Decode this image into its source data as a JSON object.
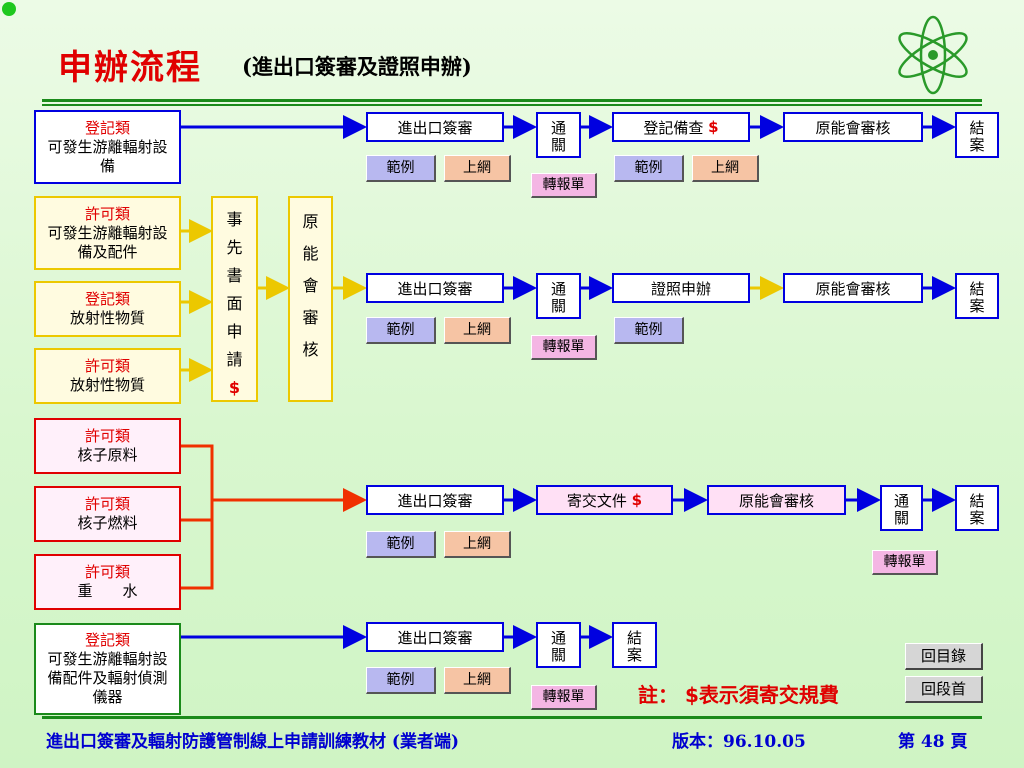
{
  "header": {
    "title": "申辦流程",
    "subtitle": "(進出口簽審及證照申辦)"
  },
  "groups": {
    "g1": {
      "cat": "登記類",
      "desc": "可發生游離輻射設備"
    },
    "g2": {
      "cat": "許可類",
      "desc": "可發生游離輻射設備及配件"
    },
    "g3": {
      "cat": "登記類",
      "desc": "放射性物質"
    },
    "g4": {
      "cat": "許可類",
      "desc": "放射性物質"
    },
    "g5": {
      "cat": "許可類",
      "desc": "核子原料"
    },
    "g6": {
      "cat": "許可類",
      "desc": "核子燃料"
    },
    "g7": {
      "cat": "許可類",
      "desc": "重　　水"
    },
    "g8": {
      "cat": "登記類",
      "desc": "可發生游離輻射設備配件及輻射偵測儀器"
    }
  },
  "steps": {
    "import_export_review": "進出口簽審",
    "customs": "通關",
    "registration_record": "登記備查",
    "aec_review": "原能會審核",
    "close_case": "結案",
    "license_apply": "證照申辦",
    "send_docs": "寄交文件",
    "prior_apply": "事先書面申請",
    "aec_review_vertical": "原能會審核",
    "dollar": "$"
  },
  "buttons": {
    "example": "範例",
    "upload": "上網",
    "transfer_form": "轉報單",
    "back_toc": "回目錄",
    "back_section": "回段首"
  },
  "note": "註： $表示須寄交規費",
  "footer": {
    "course": "進出口簽審及輻射防護管制線上申請訓練教材 (業者端)",
    "version": "版本：96.10.05",
    "page": "第 48 頁"
  },
  "colors": {
    "blue_flow": "#0000e0",
    "yellow_flow": "#ecc800",
    "red_flow": "#f03000",
    "green_rule": "#1a8a1a"
  },
  "icons": {
    "logo": "atom-icon",
    "corner": "green-dot-icon"
  }
}
